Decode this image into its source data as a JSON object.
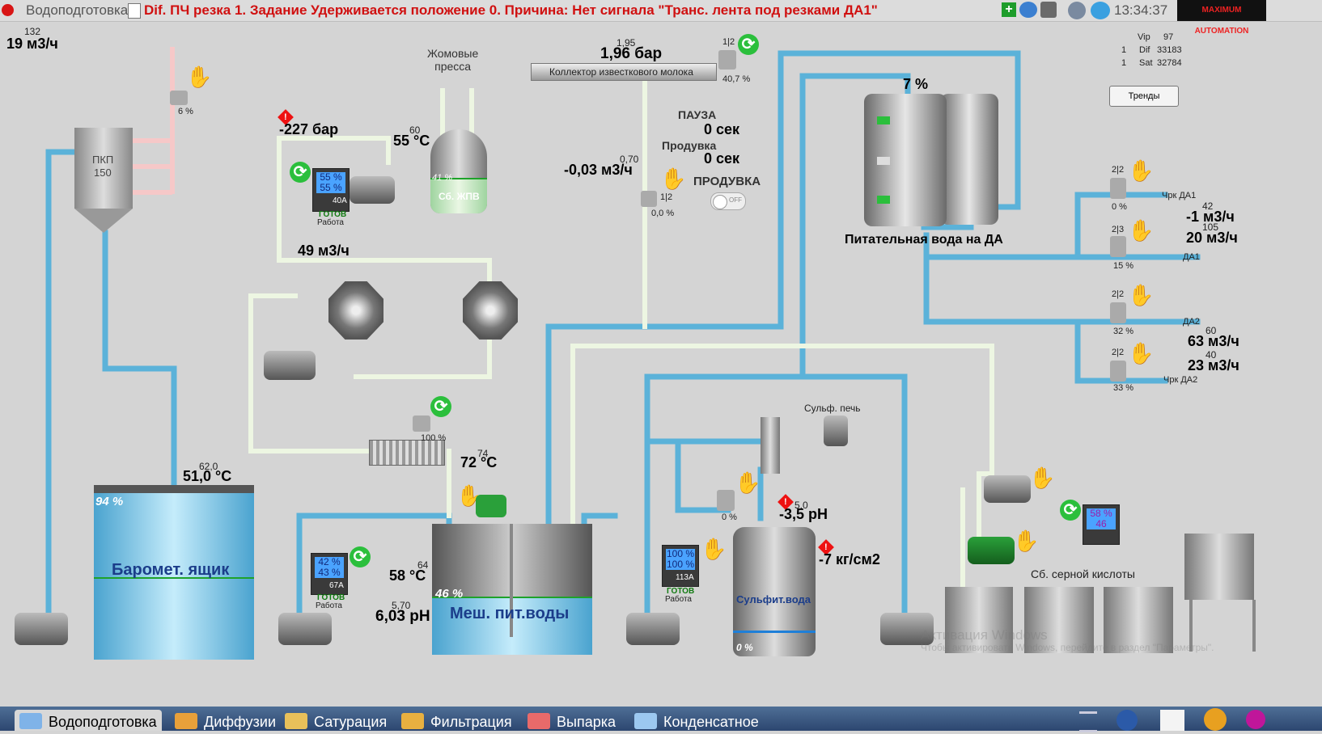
{
  "topbar": {
    "app_title": "Водоподготовка",
    "alarm_text": "Dif. ПЧ резка 1. Задание Удерживается положение   0.   Причина: Нет сигнала \"Транс. лента под резками ДА1\"",
    "time": "13:34:37",
    "logo_text": "MAXIMUM AUTOMATION"
  },
  "process": {
    "flow_top_left": {
      "small": "132",
      "value": "19 м3/ч"
    },
    "pkp_label": "ПКП",
    "pkp_value": "150",
    "valve_pkp_pct": "6 %",
    "press_label": "Жомовые\nпресса",
    "pressure_top": {
      "small": "",
      "value": "-227 бар"
    },
    "temp_press": {
      "small": "60",
      "value": "55 °C"
    },
    "tank_zhpv": {
      "name": "Сб. ЖПВ",
      "level": "41 %"
    },
    "panel_press": {
      "line1": "55 %",
      "line2": "55 %",
      "amps": "40А",
      "status1": "ГОТОВ",
      "status2": "Работа"
    },
    "flow_49": "49 м3/ч",
    "collector": {
      "name": "Коллектор известкового молока",
      "small": "1,95",
      "value": "1,96 бар"
    },
    "valve_collector": {
      "ratio": "1|2",
      "pct": "40,7 %"
    },
    "flow_lime": {
      "small": "0,70",
      "value": "-0,03 м3/ч"
    },
    "valve_lime": {
      "ratio": "1|2",
      "pct": "0,0 %"
    },
    "pause_label": "ПАУЗА",
    "pause_value": "0 сек",
    "purge_label": "Продувка",
    "purge_value": "0 сек",
    "purge_switch_label": "ПРОДУВКА",
    "purge_switch_state": "OFF",
    "feed_tank": {
      "level": "7 %",
      "name": "Питательная вода на ДА"
    },
    "status_box": {
      "vip_label": "Vip",
      "vip_value": "97",
      "dif_idx": "1",
      "dif_label": "Dif",
      "dif_value": "33183",
      "sat_idx": "1",
      "sat_label": "Sat",
      "sat_value": "32784"
    },
    "trends_button": "Тренды",
    "lines": [
      {
        "ratio": "2|2",
        "pct": "0 %",
        "dest": "Чрк ДА1"
      },
      {
        "ratio": "2|3",
        "pct": "15 %",
        "dest": "ДА1"
      },
      {
        "ratio": "2|2",
        "pct": "32 %",
        "dest": "ДА2"
      },
      {
        "ratio": "2|2",
        "pct": "33 %",
        "dest": "Чрк ДА2"
      }
    ],
    "flow_chrk_da1": {
      "small": "42",
      "value": "-1 м3/ч"
    },
    "flow_da1": {
      "small": "105",
      "value": "20 м3/ч"
    },
    "flow_da2": {
      "small": "60",
      "value": "63 м3/ч"
    },
    "flow_chrk_da2": {
      "small": "40",
      "value": "23 м3/ч"
    },
    "heater_valve_pct": "100 %",
    "temp_heater": {
      "small": "74",
      "value": "72 °C"
    },
    "baro_tank": {
      "name": "Баромет. ящик",
      "level": "94 %",
      "temp_small": "62,0",
      "temp": "51,0 °C"
    },
    "panel_baro": {
      "line1": "42 %",
      "line2": "43 %",
      "amps": "67А",
      "status1": "ГОТОВ",
      "status2": "Работа"
    },
    "mix_tank": {
      "name": "Меш. пит.воды",
      "level": "46 %",
      "temp_small": "64",
      "temp": "58 °C",
      "ph_small": "5,70",
      "ph": "6,03 pH"
    },
    "panel_mix": {
      "line1": "100 %",
      "line2": "100 %",
      "amps": "113А",
      "status1": "ГОТОВ",
      "status2": "Работа"
    },
    "sulf_oven_label": "Сульф. печь",
    "sulf_valve_pct": "0 %",
    "sulf_ph": {
      "small": "5,0",
      "value": "-3,5 pH"
    },
    "sulf_pressure": "-7 кг/см2",
    "sulf_tank": {
      "name": "Сульфит.вода",
      "level": "0 %"
    },
    "acid_panel": {
      "line1": "58 %",
      "line2": "46"
    },
    "acid_label": "Сб. серной кислоты"
  },
  "watermark": {
    "line1": "Активация Windows",
    "line2": "Чтобы активировать Windows, перейдите в раздел \"Параметры\"."
  },
  "taskbar": {
    "tabs": [
      "Водоподготовка",
      "Диффузии",
      "Сатурация",
      "Фильтрация",
      "Выпарка",
      "Конденсатное"
    ]
  },
  "colors": {
    "pipe_blue": "#5bb2d9",
    "pipe_green": "#e9f4dc",
    "alarm_red": "#d01010",
    "ok_green": "#2bbf3c"
  }
}
